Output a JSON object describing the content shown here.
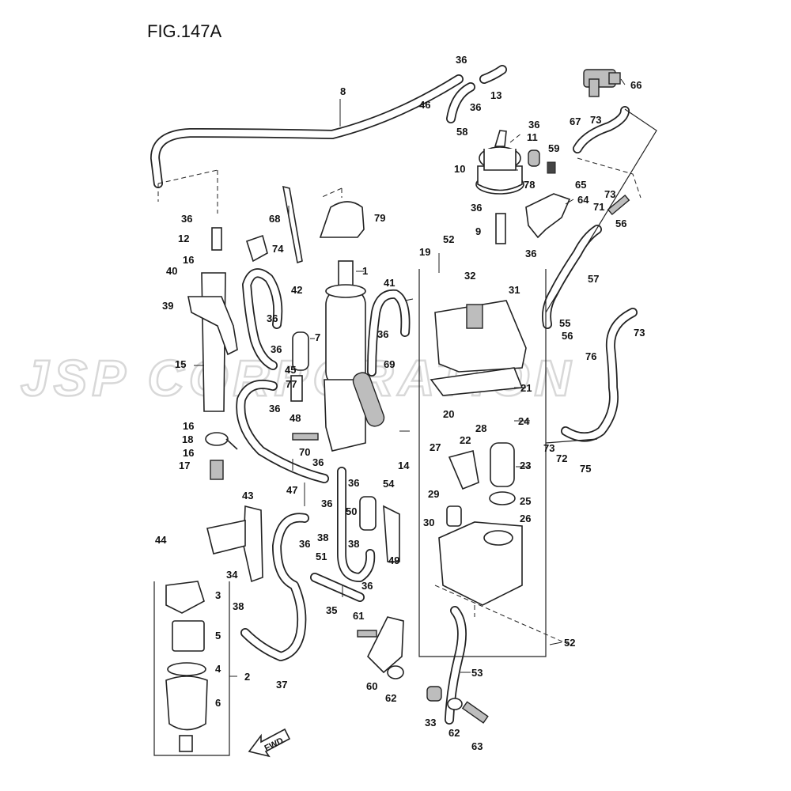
{
  "figure": {
    "title": "FIG.147A",
    "watermark": "JSP CORPORATION",
    "direction_label": "FWD"
  },
  "callouts": [
    {
      "id": "c36a",
      "text": "36"
    },
    {
      "id": "c46",
      "text": "46"
    },
    {
      "id": "c36b",
      "text": "36"
    },
    {
      "id": "c13",
      "text": "13"
    },
    {
      "id": "c66",
      "text": "66"
    },
    {
      "id": "c8",
      "text": "8"
    },
    {
      "id": "c58",
      "text": "58"
    },
    {
      "id": "c36c",
      "text": "36"
    },
    {
      "id": "c11",
      "text": "11"
    },
    {
      "id": "c67",
      "text": "67"
    },
    {
      "id": "c73a",
      "text": "73"
    },
    {
      "id": "c59",
      "text": "59"
    },
    {
      "id": "c10",
      "text": "10"
    },
    {
      "id": "c65",
      "text": "65"
    },
    {
      "id": "c78",
      "text": "78"
    },
    {
      "id": "c73b",
      "text": "73"
    },
    {
      "id": "c36d",
      "text": "36"
    },
    {
      "id": "c64",
      "text": "64"
    },
    {
      "id": "c71",
      "text": "71"
    },
    {
      "id": "c56a",
      "text": "56"
    },
    {
      "id": "c36e",
      "text": "36"
    },
    {
      "id": "c68",
      "text": "68"
    },
    {
      "id": "c79",
      "text": "79"
    },
    {
      "id": "c9",
      "text": "9"
    },
    {
      "id": "c12",
      "text": "12"
    },
    {
      "id": "c52a",
      "text": "52"
    },
    {
      "id": "c36f",
      "text": "36"
    },
    {
      "id": "c74",
      "text": "74"
    },
    {
      "id": "c19",
      "text": "19"
    },
    {
      "id": "c16a",
      "text": "16"
    },
    {
      "id": "c1",
      "text": "1"
    },
    {
      "id": "c40",
      "text": "40"
    },
    {
      "id": "c32",
      "text": "32"
    },
    {
      "id": "c57",
      "text": "57"
    },
    {
      "id": "c41",
      "text": "41"
    },
    {
      "id": "c42",
      "text": "42"
    },
    {
      "id": "c31",
      "text": "31"
    },
    {
      "id": "c39",
      "text": "39"
    },
    {
      "id": "c36g",
      "text": "36"
    },
    {
      "id": "c55",
      "text": "55"
    },
    {
      "id": "c73c",
      "text": "73"
    },
    {
      "id": "c7",
      "text": "7"
    },
    {
      "id": "c36h",
      "text": "36"
    },
    {
      "id": "c56b",
      "text": "56"
    },
    {
      "id": "c36i",
      "text": "36"
    },
    {
      "id": "c76",
      "text": "76"
    },
    {
      "id": "c45",
      "text": "45"
    },
    {
      "id": "c15",
      "text": "15"
    },
    {
      "id": "c69",
      "text": "69"
    },
    {
      "id": "c77",
      "text": "77"
    },
    {
      "id": "c21",
      "text": "21"
    },
    {
      "id": "c36j",
      "text": "36"
    },
    {
      "id": "c20",
      "text": "20"
    },
    {
      "id": "c16b",
      "text": "16"
    },
    {
      "id": "c48",
      "text": "48"
    },
    {
      "id": "c24",
      "text": "24"
    },
    {
      "id": "c18",
      "text": "18"
    },
    {
      "id": "c28",
      "text": "28"
    },
    {
      "id": "c22",
      "text": "22"
    },
    {
      "id": "c73d",
      "text": "73"
    },
    {
      "id": "c72",
      "text": "72"
    },
    {
      "id": "c16c",
      "text": "16"
    },
    {
      "id": "c70",
      "text": "70"
    },
    {
      "id": "c27",
      "text": "27"
    },
    {
      "id": "c75",
      "text": "75"
    },
    {
      "id": "c36k",
      "text": "36"
    },
    {
      "id": "c17",
      "text": "17"
    },
    {
      "id": "c14",
      "text": "14"
    },
    {
      "id": "c23",
      "text": "23"
    },
    {
      "id": "c47",
      "text": "47"
    },
    {
      "id": "c36l",
      "text": "36"
    },
    {
      "id": "c54",
      "text": "54"
    },
    {
      "id": "c43",
      "text": "43"
    },
    {
      "id": "c29",
      "text": "29"
    },
    {
      "id": "c36m",
      "text": "36"
    },
    {
      "id": "c25",
      "text": "25"
    },
    {
      "id": "c50",
      "text": "50"
    },
    {
      "id": "c26",
      "text": "26"
    },
    {
      "id": "c38a",
      "text": "38"
    },
    {
      "id": "c30",
      "text": "30"
    },
    {
      "id": "c44",
      "text": "44"
    },
    {
      "id": "c36n",
      "text": "36"
    },
    {
      "id": "c38b",
      "text": "38"
    },
    {
      "id": "c34",
      "text": "34"
    },
    {
      "id": "c51",
      "text": "51"
    },
    {
      "id": "c49",
      "text": "49"
    },
    {
      "id": "c3",
      "text": "3"
    },
    {
      "id": "c36o",
      "text": "36"
    },
    {
      "id": "c38c",
      "text": "38"
    },
    {
      "id": "c35",
      "text": "35"
    },
    {
      "id": "c61",
      "text": "61"
    },
    {
      "id": "c5",
      "text": "5"
    },
    {
      "id": "c52b",
      "text": "52"
    },
    {
      "id": "c4",
      "text": "4"
    },
    {
      "id": "c2",
      "text": "2"
    },
    {
      "id": "c53",
      "text": "53"
    },
    {
      "id": "c60",
      "text": "60"
    },
    {
      "id": "c37",
      "text": "37"
    },
    {
      "id": "c62a",
      "text": "62"
    },
    {
      "id": "c6",
      "text": "6"
    },
    {
      "id": "c33",
      "text": "33"
    },
    {
      "id": "c62b",
      "text": "62"
    },
    {
      "id": "c63",
      "text": "63"
    }
  ]
}
